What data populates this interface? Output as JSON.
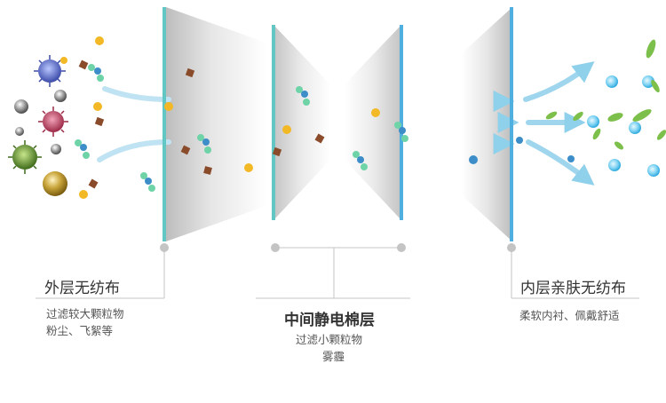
{
  "layers": {
    "outer": {
      "title": "外层无纺布",
      "desc_line1": "过滤较大颗粒物",
      "desc_line2": "粉尘、飞絮等"
    },
    "middle": {
      "title": "中间静电棉层",
      "desc_line1": "过滤小颗粒物",
      "desc_line2": "雾霾"
    },
    "inner": {
      "title": "内层亲肤无纺布",
      "desc_line1": "柔软内衬、佩戴舒适"
    }
  },
  "colors": {
    "frame": "#62c7c4",
    "frame_blue": "#4fb0df",
    "arrow": "#8fd0ea",
    "dust": "#f3b825",
    "debris": "#8a4b2a",
    "leaf": "#7cbf4a",
    "bubble": "#3fb7e6",
    "line": "#bdbdbd"
  }
}
